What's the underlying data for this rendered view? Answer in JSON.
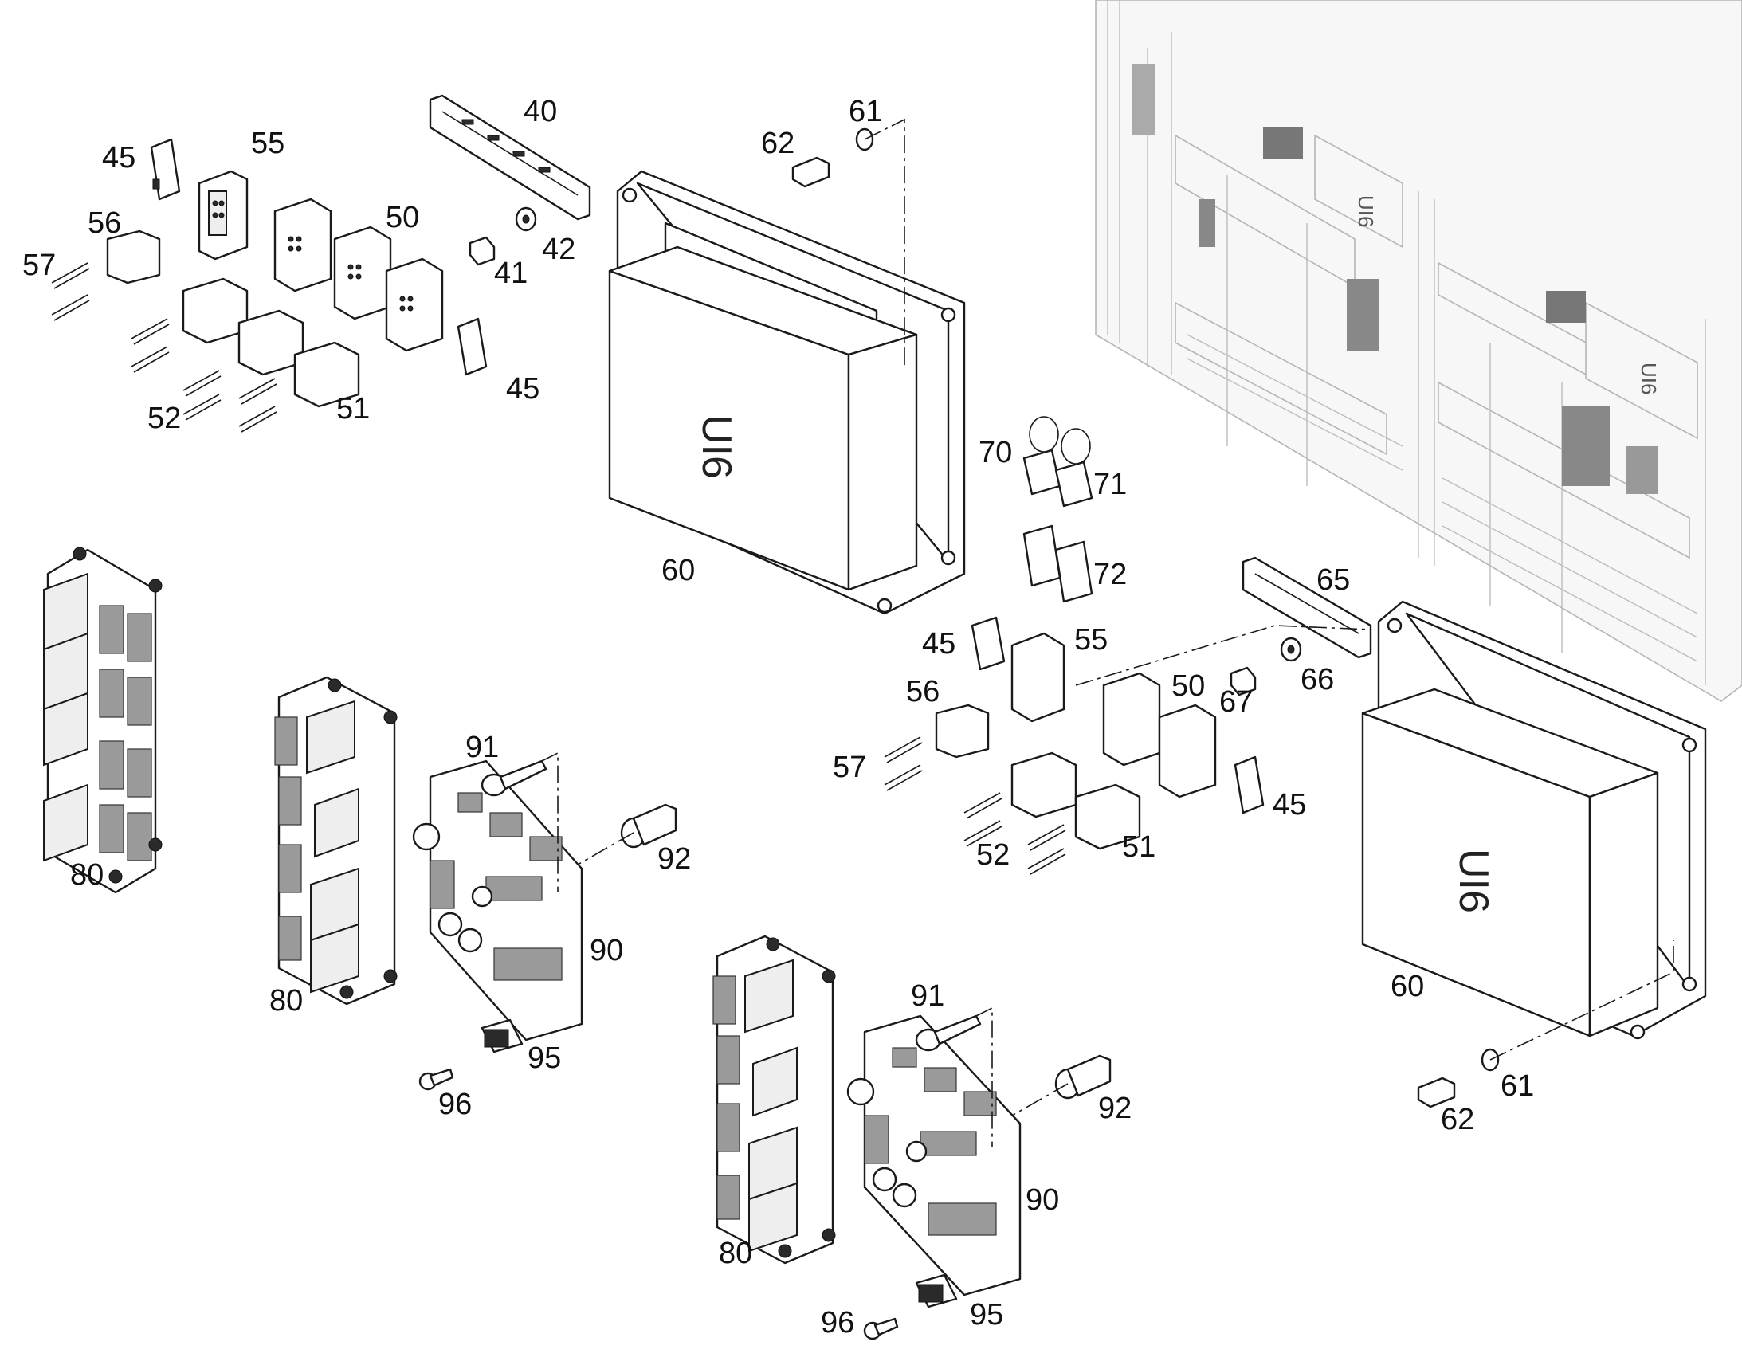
{
  "diagram": {
    "brand_label": "UI6",
    "callouts": {
      "c40": "40",
      "c41": "41",
      "c42": "42",
      "c45a": "45",
      "c45b": "45",
      "c45c": "45",
      "c45d": "45",
      "c50a": "50",
      "c50b": "50",
      "c51a": "51",
      "c51b": "51",
      "c52a": "52",
      "c52b": "52",
      "c55a": "55",
      "c55b": "55",
      "c56a": "56",
      "c56b": "56",
      "c57a": "57",
      "c57b": "57",
      "c60a": "60",
      "c60b": "60",
      "c61a": "61",
      "c61b": "61",
      "c62a": "62",
      "c62b": "62",
      "c65": "65",
      "c66": "66",
      "c67": "67",
      "c70": "70",
      "c71": "71",
      "c72": "72",
      "c80a": "80",
      "c80b": "80",
      "c80c": "80",
      "c90a": "90",
      "c90b": "90",
      "c91a": "91",
      "c91b": "91",
      "c92a": "92",
      "c92b": "92",
      "c95a": "95",
      "c95b": "95",
      "c96a": "96",
      "c96b": "96"
    }
  }
}
